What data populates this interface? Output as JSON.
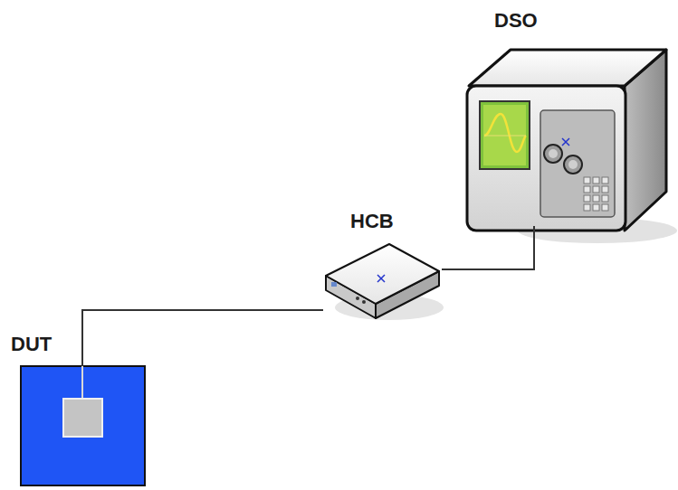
{
  "diagram": {
    "nodes": [
      {
        "text": [
          "DSO"
        ]
      },
      {
        "text": [
          "HCB"
        ]
      },
      {
        "text": [
          "DUT"
        ]
      }
    ],
    "edges": [
      {
        "from": 2,
        "to": 1,
        "arrow": "none"
      },
      {
        "from": 1,
        "to": 0,
        "arrow": "none"
      }
    ]
  }
}
